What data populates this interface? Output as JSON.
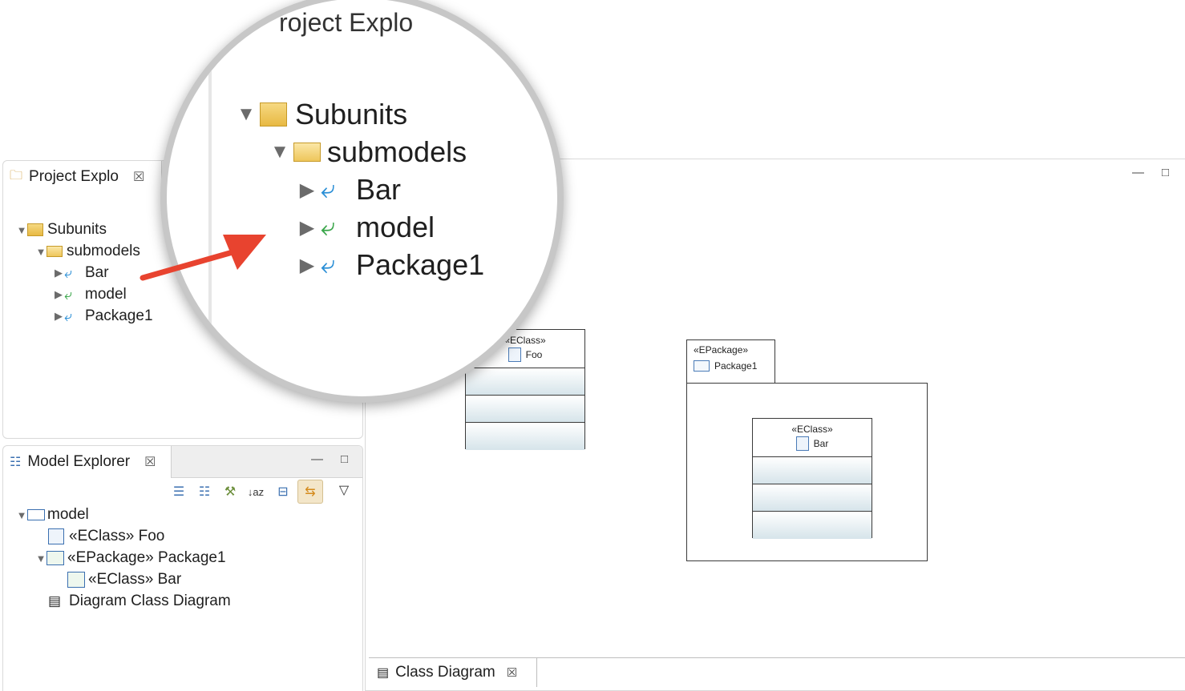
{
  "project_explorer": {
    "tab_title": "Project Explo",
    "second_tab_title": "Pa",
    "tree": [
      {
        "label": "Subunits",
        "icon": "project-folder-icon",
        "expanded": true
      },
      {
        "label": "submodels",
        "icon": "open-folder-icon",
        "expanded": true
      },
      {
        "label": "Bar",
        "icon": "model-fragment-icon",
        "expanded": false
      },
      {
        "label": "model",
        "icon": "model-fragment-icon",
        "expanded": false
      },
      {
        "label": "Package1",
        "icon": "model-fragment-icon",
        "expanded": false
      }
    ]
  },
  "magnifier": {
    "header": "roject Explo",
    "tree": [
      {
        "label": "Subunits"
      },
      {
        "label": "submodels"
      },
      {
        "label": "Bar"
      },
      {
        "label": "model"
      },
      {
        "label": "Package1"
      }
    ]
  },
  "model_explorer": {
    "tab_title": "Model Explorer",
    "toolbar_icons": [
      "list-icon",
      "tree-icon",
      "filter-icon",
      "sort-az-icon",
      "collapse-all-icon",
      "link-editor-icon",
      "view-menu-icon"
    ],
    "tree": [
      {
        "label": "model",
        "icon": "model-icon"
      },
      {
        "label": "«EClass» Foo",
        "icon": "eclass-icon"
      },
      {
        "label": "«EPackage» Package1",
        "icon": "epackage-icon"
      },
      {
        "label": "«EClass» Bar",
        "icon": "eclass-icon"
      },
      {
        "label": "Diagram Class Diagram",
        "icon": "diagram-icon"
      }
    ]
  },
  "editor": {
    "tab_title": "Class Diagram"
  },
  "diagram": {
    "foo": {
      "stereotype": "«EClass»",
      "name": "Foo"
    },
    "package1": {
      "stereotype": "«EPackage»",
      "name": "Package1"
    },
    "bar": {
      "stereotype": "«EClass»",
      "name": "Bar"
    }
  },
  "colors": {
    "accent_arrow": "#e8432f",
    "compartment_gradient": "#d6e4ea"
  }
}
